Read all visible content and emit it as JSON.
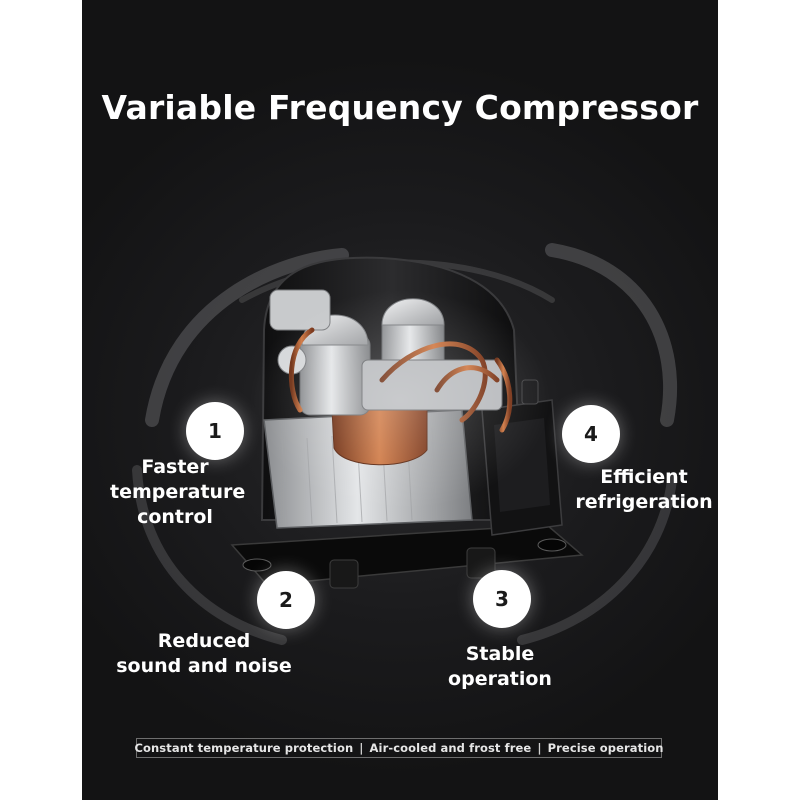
{
  "title": "Variable Frequency Compressor",
  "features": [
    {
      "number": "1",
      "label": "Faster\ntemperature\ncontrol"
    },
    {
      "number": "2",
      "label": "Reduced\nsound and noise"
    },
    {
      "number": "3",
      "label": "Stable\noperation"
    },
    {
      "number": "4",
      "label": "Efficient\nrefrigeration"
    }
  ],
  "bottom_bar": {
    "items": [
      "Constant temperature protection",
      "Air-cooled and frost free",
      "Precise operation"
    ],
    "separator": "|"
  },
  "colors": {
    "background": "#1b1b1d",
    "text": "#ffffff",
    "copper": "#c46a3a",
    "badge": "#ffffff"
  }
}
